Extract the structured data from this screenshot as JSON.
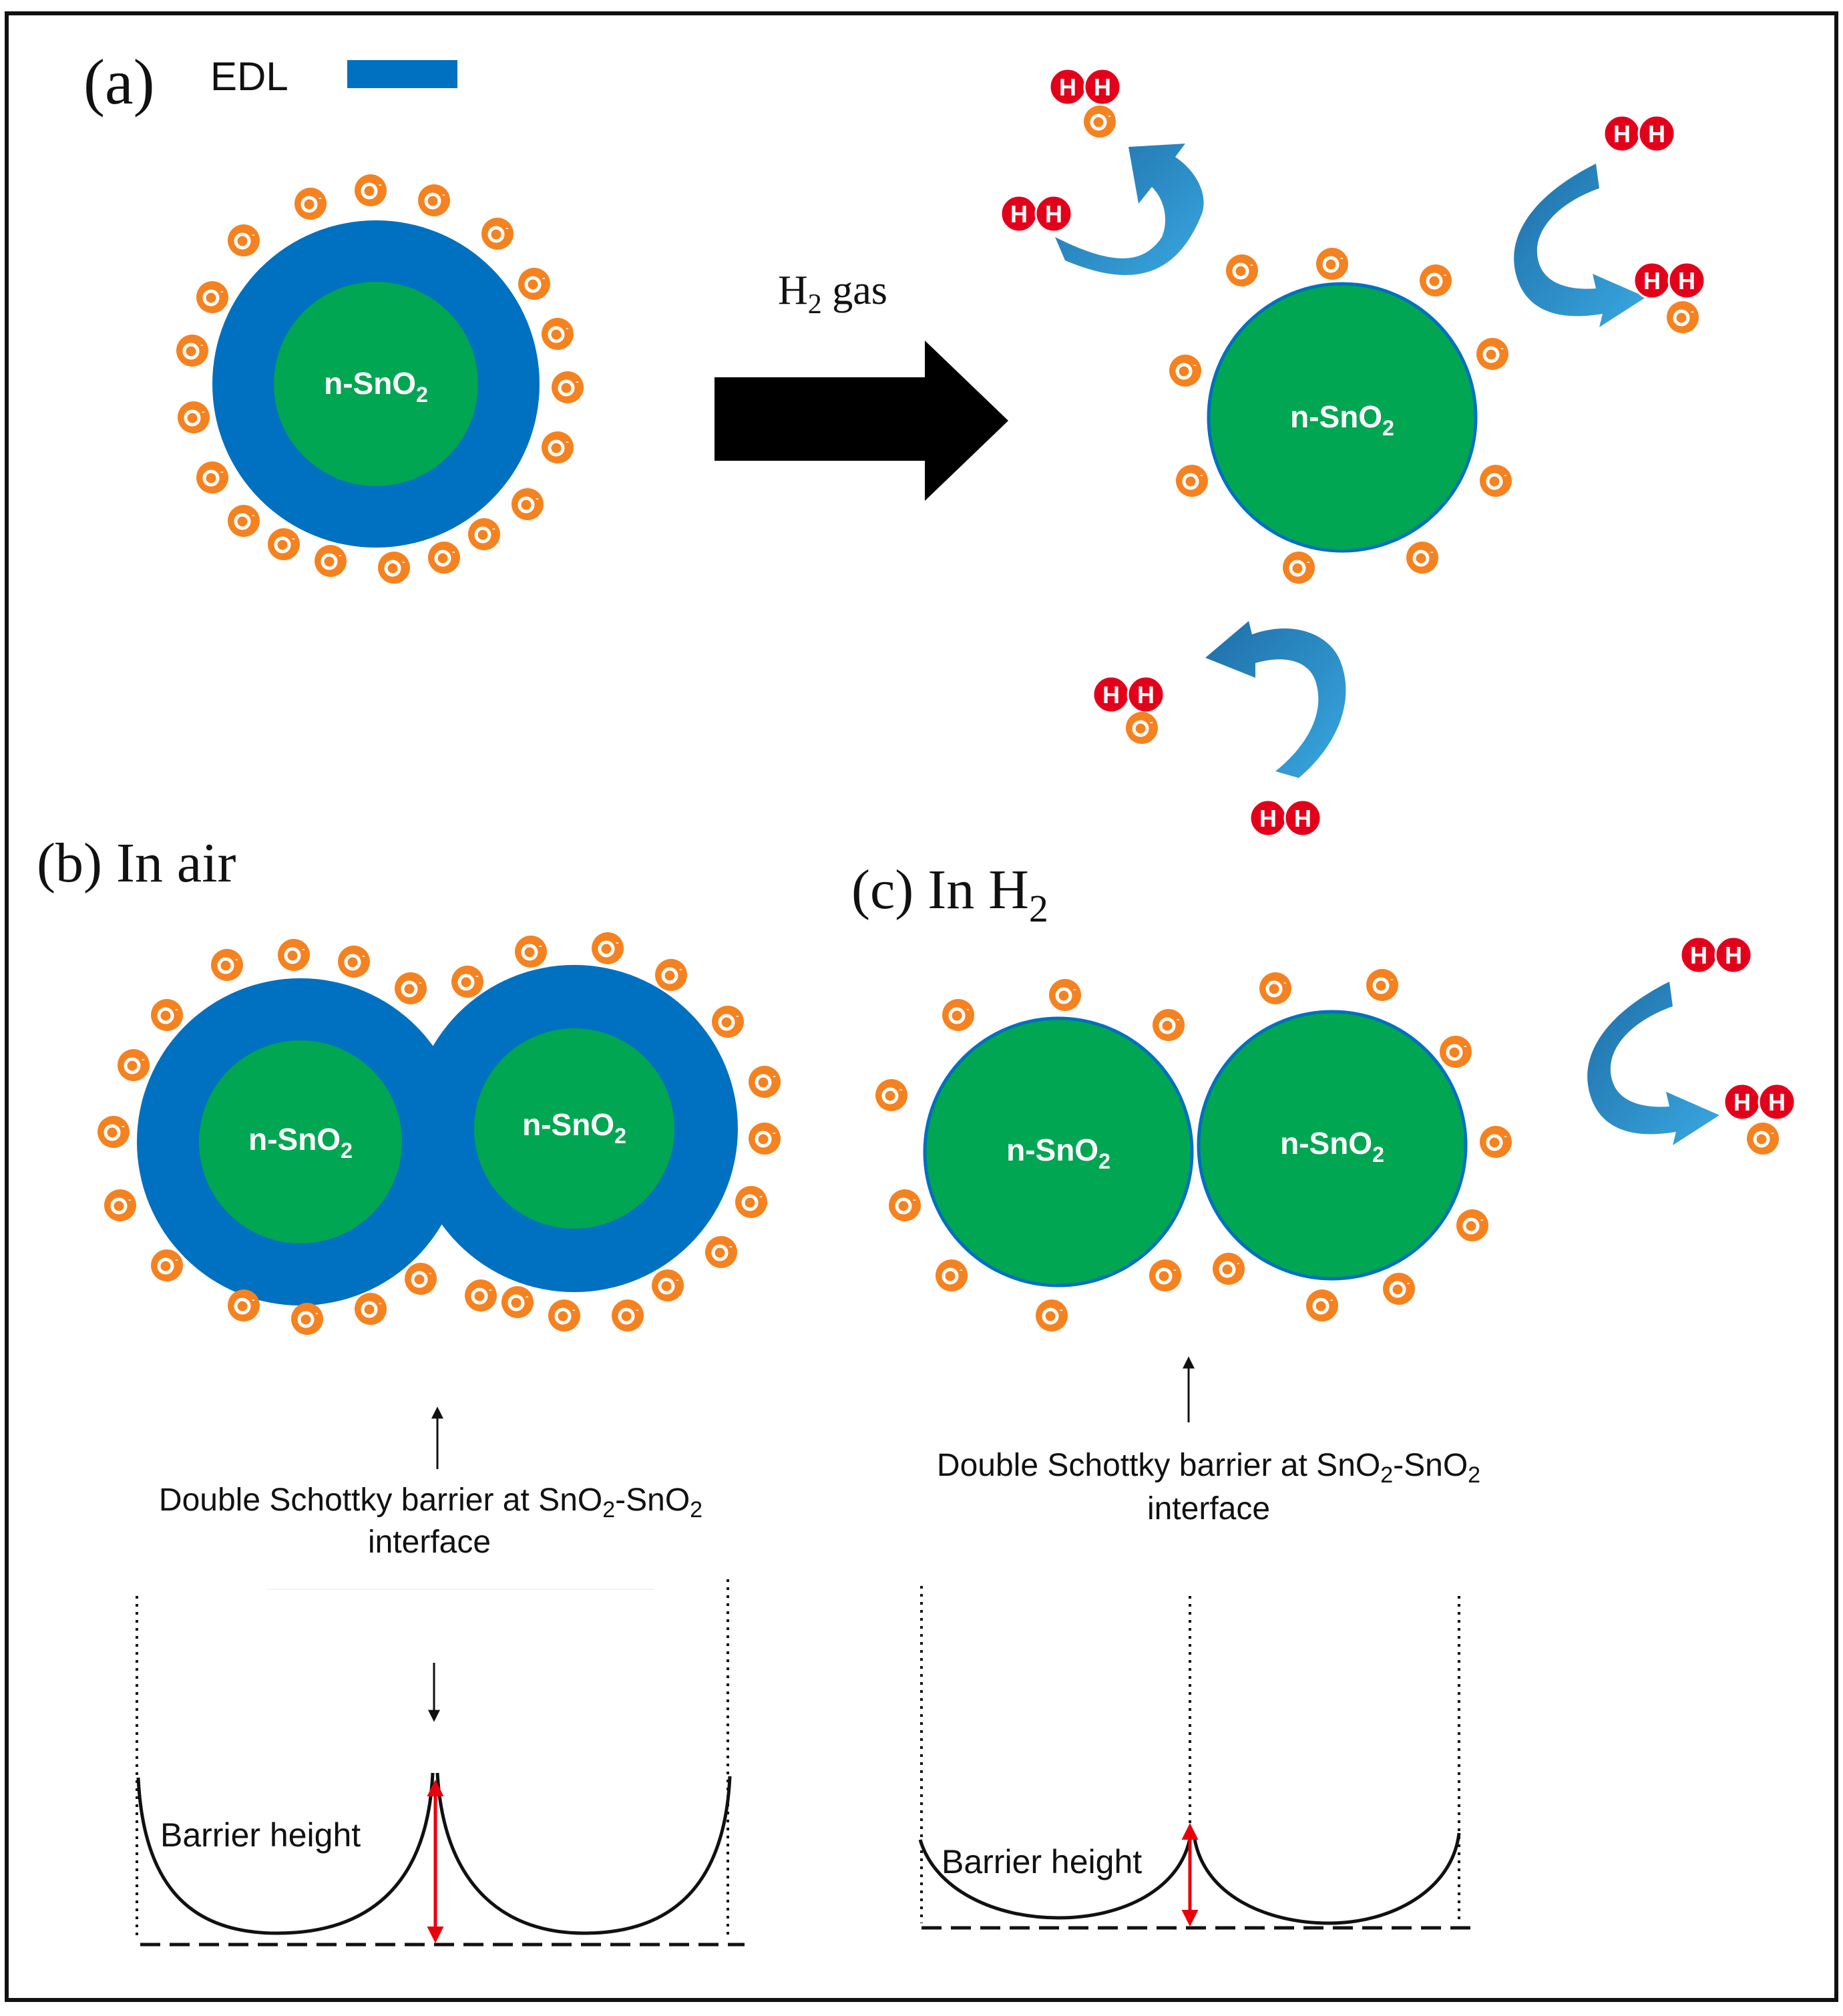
{
  "panels": {
    "a": {
      "label": "(a)",
      "legend_label": "EDL",
      "arrow_label_main": "H",
      "arrow_label_sub": "2",
      "arrow_label_tail": " gas"
    },
    "b": {
      "label": "(b) In air",
      "caption_line1_a": "Double Schottky barrier at SnO",
      "caption_sub1": "2",
      "caption_line1_b": "-SnO",
      "caption_sub2": "2",
      "caption_line2": "interface",
      "barrier_label": "Barrier height"
    },
    "c": {
      "label_main": "(c) In H",
      "label_sub": "2",
      "caption_line1_a": "Double Schottky barrier at SnO",
      "caption_sub1": "2",
      "caption_line1_b": "-SnO",
      "caption_sub2": "2",
      "caption_line2": "interface",
      "barrier_label": "Barrier height"
    }
  },
  "particle": {
    "label_main": "n-SnO",
    "label_sub": "2"
  },
  "ions": {
    "oxygen_symbol": "O",
    "oxygen_charge": "-",
    "hydrogen_symbol": "H"
  },
  "colors": {
    "edl": "#0070c0",
    "core": "#00a651",
    "oxygen_ion": "#f58220",
    "hydrogen": "#e2001a",
    "flow_arrow": "#2f8fc8",
    "barrier_arrow": "#e8000c",
    "frame": "#111111"
  }
}
